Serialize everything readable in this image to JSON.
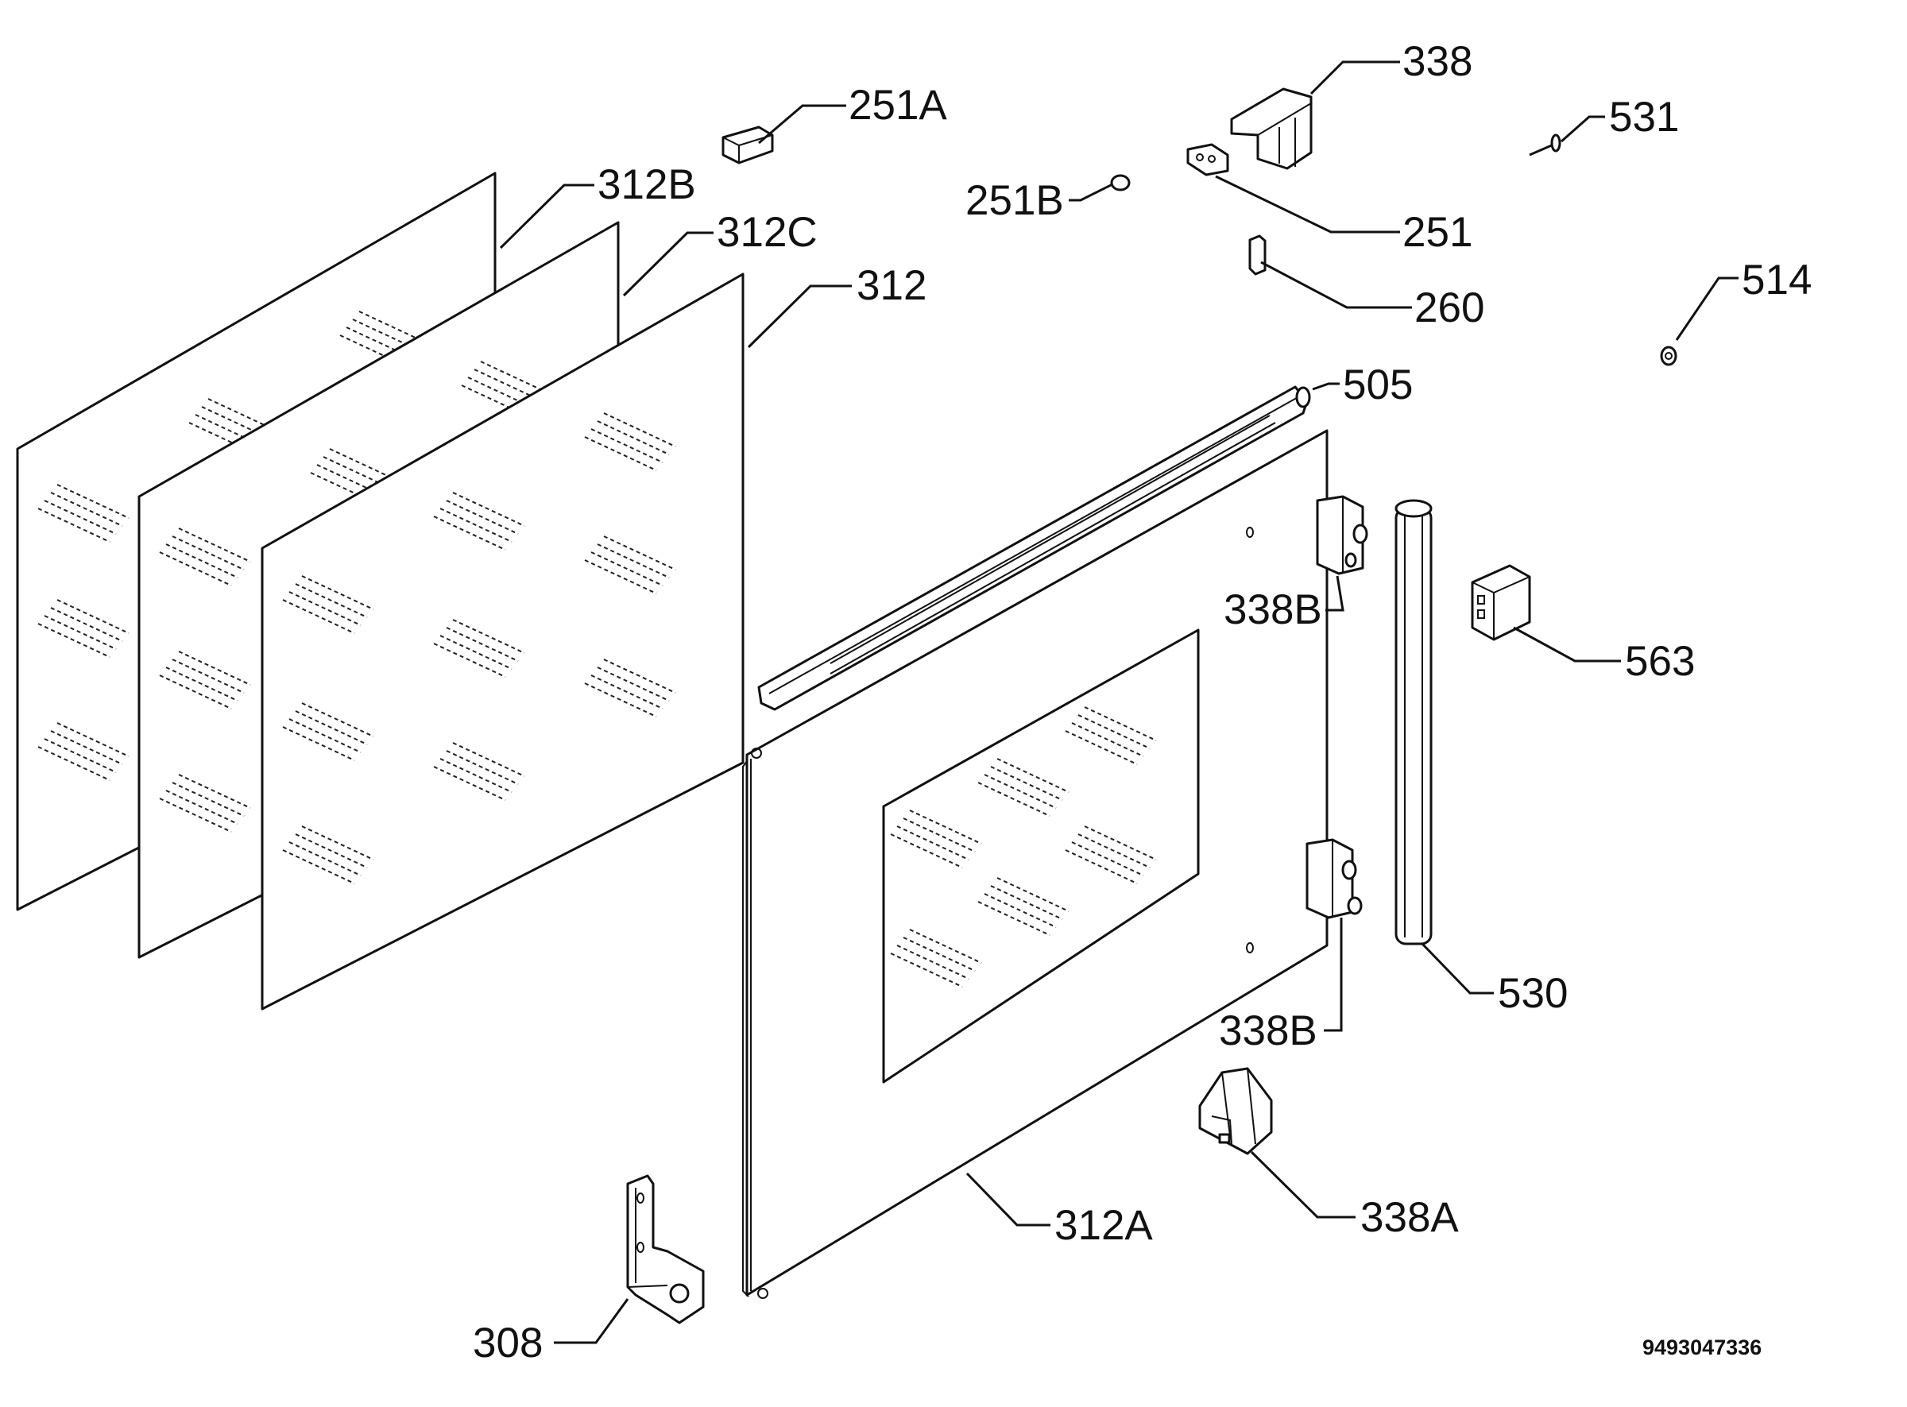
{
  "diagram": {
    "labels": {
      "l312B": "312B",
      "l312C": "312C",
      "l312": "312",
      "l251A": "251A",
      "l251B": "251B",
      "l338": "338",
      "l251": "251",
      "l260": "260",
      "l531": "531",
      "l514": "514",
      "l505": "505",
      "l338B_top": "338B",
      "l563": "563",
      "l338B_bottom": "338B",
      "l530": "530",
      "l338A": "338A",
      "l312A": "312A",
      "l308": "308"
    },
    "code": "9493047336"
  }
}
